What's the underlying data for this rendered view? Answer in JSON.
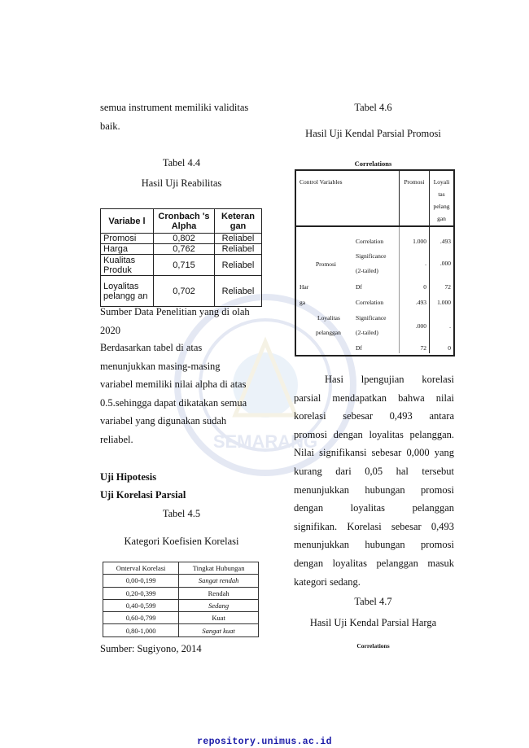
{
  "left": {
    "intro_line1": "semua instrument memiliki validitas",
    "intro_line2": "baik.",
    "tabel44_caption": "Tabel 4.4",
    "tabel44_title": "Hasil Uji Reabilitas",
    "rel_table": {
      "headers": [
        "Variabe l",
        "Cronbach 's Alpha",
        "Keteran gan"
      ],
      "rows": [
        [
          "Promosi",
          "0,802",
          "Reliabel"
        ],
        [
          "Harga",
          "0,762",
          "Reliabel"
        ],
        [
          "Kualitas Produk",
          "0,715",
          "Reliabel"
        ],
        [
          "Loyalitas pelangg an",
          "0,702",
          "Reliabel"
        ]
      ]
    },
    "source1_line1": "Sumber Data Penelitian yang di olah",
    "source1_line2": "2020",
    "para_lines": [
      "Berdasarkan tabel di atas",
      "menunjukkan masing-masing",
      "variabel memiliki nilai alpha di atas",
      "0.5.sehingga dapat dikatakan semua",
      "variabel yang digunakan sudah",
      "reliabel."
    ],
    "heading1": "Uji Hipotesis",
    "heading2": "Uji Korelasi Parsial",
    "tabel45_caption": "Tabel 4.5",
    "tabel45_title": "Kategori Koefisien Korelasi",
    "kat_table": {
      "headers": [
        "Onterval Korelasi",
        "Tingkat Hubungan"
      ],
      "rows": [
        [
          "0,00-0,199",
          "Sangat rendah"
        ],
        [
          "0,20-0,399",
          "Rendah"
        ],
        [
          "0,40-0,599",
          "Sedang"
        ],
        [
          "0,60-0,799",
          "Kuat"
        ],
        [
          "0,80-1,000",
          "Sangat kuat"
        ]
      ]
    },
    "source2": "Sumber: Sugiyono, 2014"
  },
  "right": {
    "tabel46_caption": "Tabel 4.6",
    "tabel46_title": "Hasil Uji Kendal Parsial Promosi",
    "spss": {
      "title": "Correlations",
      "control_variables": "Control Variables",
      "col_promosi": "Promosi",
      "col_loyal": [
        "Loyali",
        "tas",
        "pelang",
        "gan"
      ],
      "control_var": [
        "Har",
        "ga"
      ],
      "row_promosi": "Promosi",
      "row_loyal": [
        "Loyalitas",
        "pelanggan"
      ],
      "stat_labels": [
        "Correlation",
        "Significance",
        "(2-tailed)",
        "Df",
        "Correlation",
        "Significance",
        "(2-tailed)",
        "Df"
      ],
      "promosi_vals": [
        "1.000",
        ".",
        "0",
        ".493",
        ".000",
        "72"
      ],
      "loyal_vals": [
        ".493",
        ".000",
        "72",
        "1.000",
        ".",
        "0"
      ]
    },
    "para_lines": [
      "Hasi lpengujian korelasi",
      "parsial mendapatkan bahwa nilai",
      "korelasi sebesar 0,493 antara",
      "promosi dengan loyalitas pelanggan.",
      "Nilai signifikansi sebesar 0,000 yang",
      "kurang dari 0,05 hal tersebut",
      "menunjukkan hubungan promosi",
      "dengan loyalitas pelanggan",
      "signifikan. Korelasi sebesar 0,493",
      "menunjukkan hubungan promosi",
      "dengan loyalitas pelanggan masuk",
      "kategori sedang."
    ],
    "tabel47_caption": "Tabel 4.7",
    "tabel47_title": "Hasil Uji Kendal Parsial Harga",
    "correlations2": "Correlations"
  },
  "watermark_text": "SEMARANG",
  "footer": "repository.unimus.ac.id"
}
